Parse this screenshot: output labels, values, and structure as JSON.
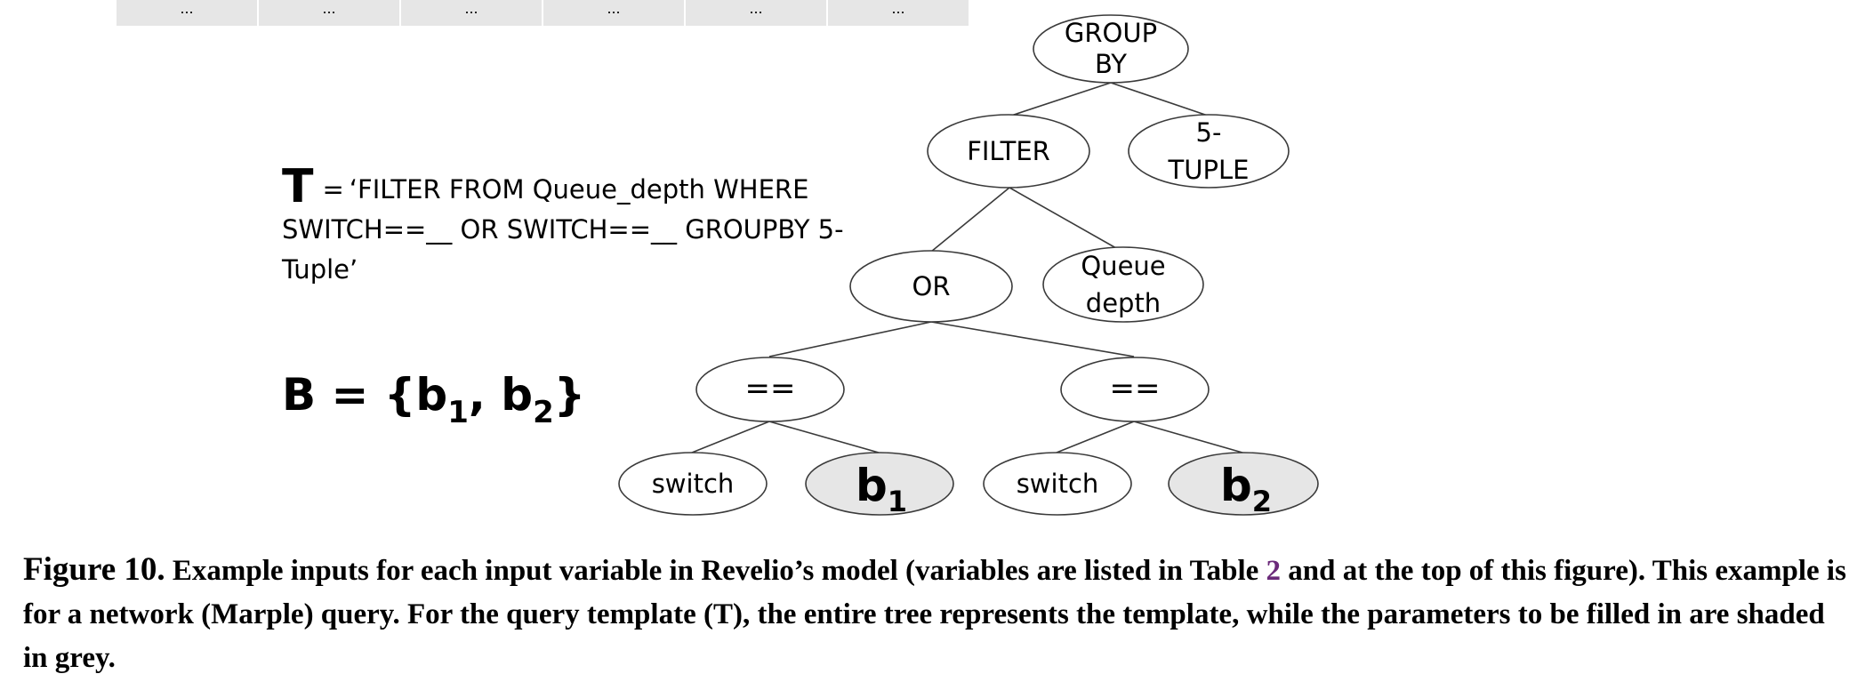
{
  "top_table": {
    "cells": [
      "...",
      "...",
      "...",
      "...",
      "...",
      "..."
    ]
  },
  "template_var": {
    "symbol": "T",
    "equals": "=",
    "value": "‘FILTER FROM Queue_depth WHERE SWITCH==__ OR SWITCH==__ GROUPBY 5-Tuple’"
  },
  "params_var": {
    "prefix": "B = {b",
    "sub1": "1",
    "sep": ", b",
    "sub2": "2",
    "suffix": "}"
  },
  "tree": {
    "root_line1": "GROUP",
    "root_line2": "BY",
    "filter": "FILTER",
    "tuple_line1": "5-",
    "tuple_line2": "TUPLE",
    "or": "OR",
    "queue_line1": "Queue",
    "queue_line2": "depth",
    "eq_left": "==",
    "eq_right": "==",
    "switch_left": "switch",
    "switch_right": "switch",
    "param1": "b",
    "param1_sub": "1",
    "param2": "b",
    "param2_sub": "2",
    "shade_color": "#e6e6e6"
  },
  "caption": {
    "label": "Figure 10.",
    "text_before": " Example inputs for each input variable in Revelio’s model (variables are listed in Table ",
    "table_ref": "2",
    "text_after": " and at the top of this figure). This example is for a network (Marple) query. For the query template (T), the entire tree represents the template, while the parameters to be filled in are shaded in grey."
  }
}
